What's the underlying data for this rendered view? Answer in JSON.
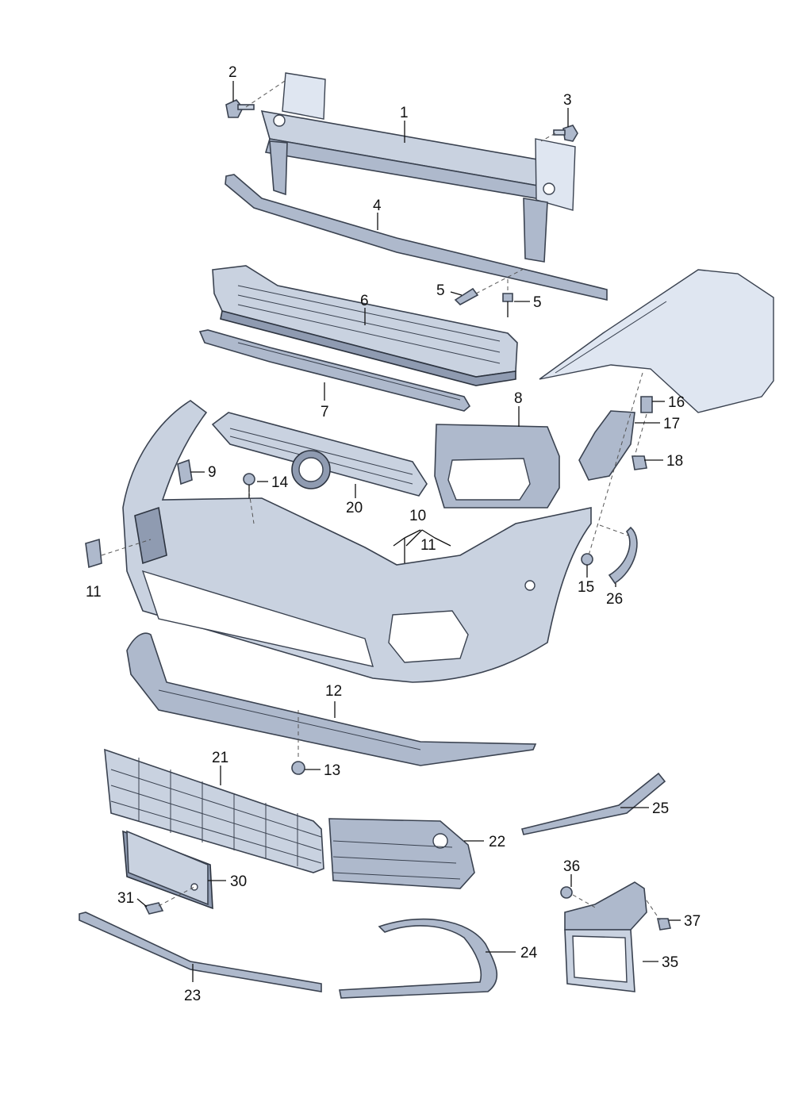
{
  "labels": {
    "l1": "1",
    "l2": "2",
    "l3": "3",
    "l4": "4",
    "l5a": "5",
    "l5b": "5",
    "l6": "6",
    "l7": "7",
    "l8": "8",
    "l9": "9",
    "l10": "10",
    "l11a": "11",
    "l11b": "11",
    "l12": "12",
    "l13": "13",
    "l14": "14",
    "l15": "15",
    "l16": "16",
    "l17": "17",
    "l18": "18",
    "l20": "20",
    "l21": "21",
    "l22": "22",
    "l23": "23",
    "l24": "24",
    "l25": "25",
    "l26": "26",
    "l30": "30",
    "l31": "31",
    "l35": "35",
    "l36": "36",
    "l37": "37"
  }
}
